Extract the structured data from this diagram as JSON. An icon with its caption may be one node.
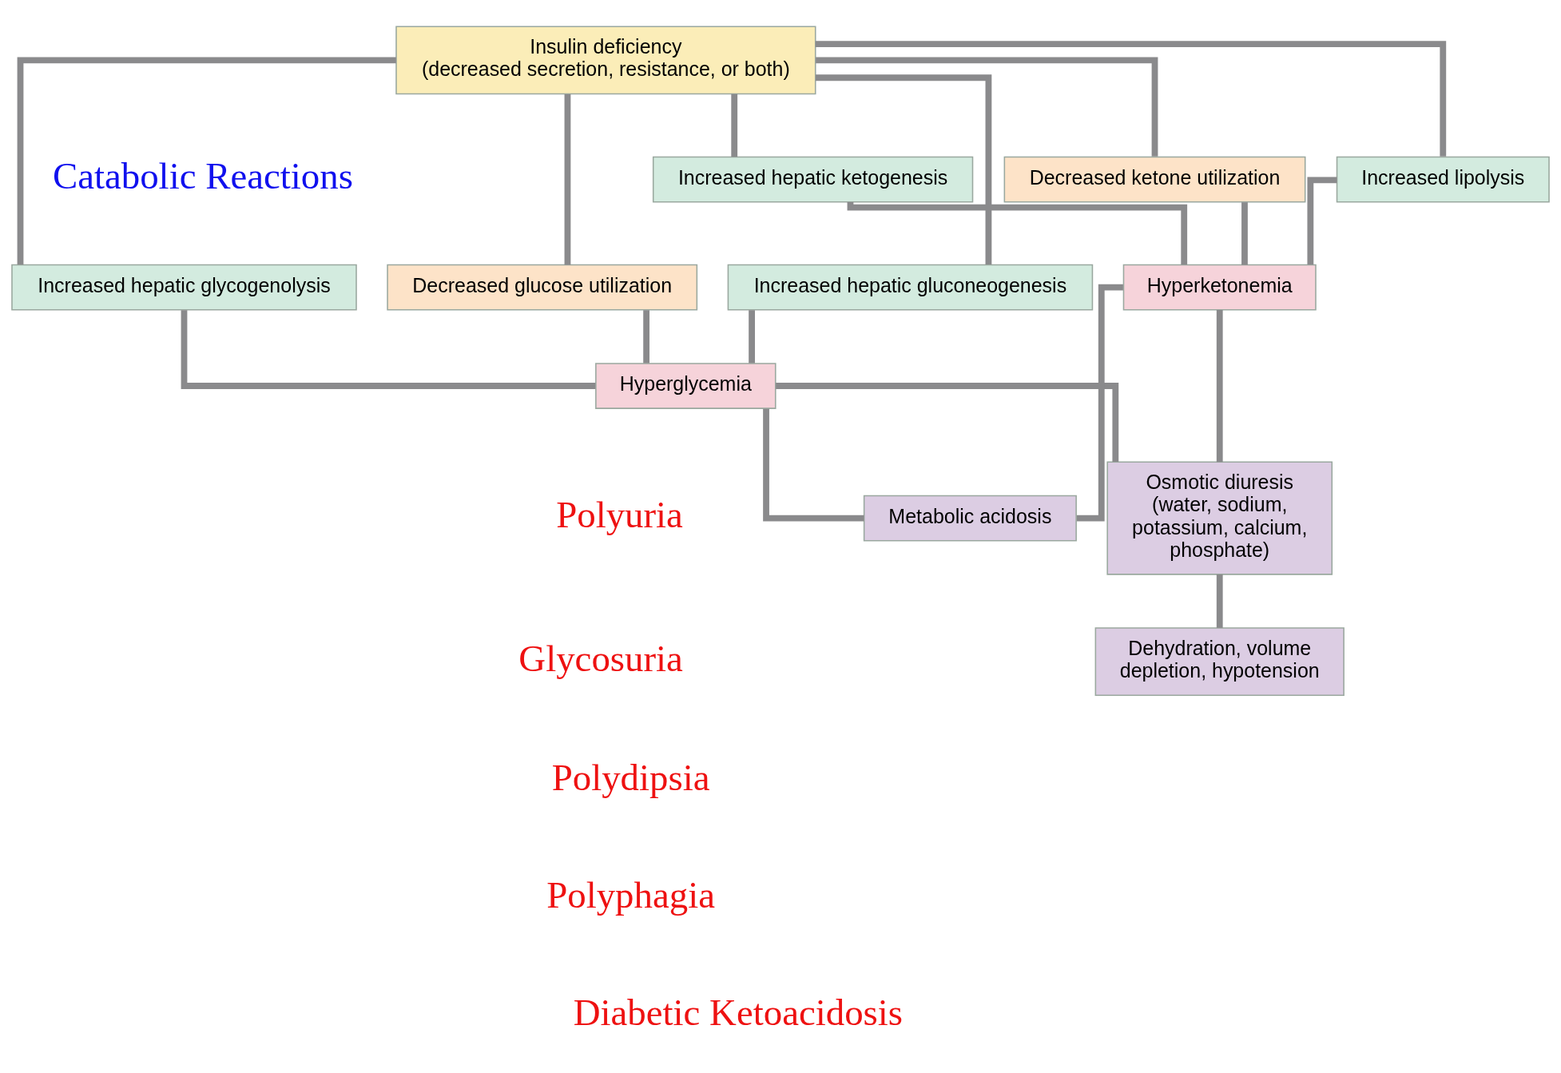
{
  "diagram": {
    "nodes": [
      {
        "text": [
          "Insulin deficiency",
          "(decreased secretion, resistance, or both)"
        ]
      },
      {
        "text": [
          "Increased hepatic glycogenolysis"
        ]
      },
      {
        "text": [
          "Decreased glucose utilization"
        ]
      },
      {
        "text": [
          "Increased hepatic gluconeogenesis"
        ]
      },
      {
        "text": [
          "Increased hepatic ketogenesis"
        ]
      },
      {
        "text": [
          "Decreased ketone utilization"
        ]
      },
      {
        "text": [
          "Increased lipolysis"
        ]
      },
      {
        "text": [
          "Hyperglycemia"
        ]
      },
      {
        "text": [
          "Hyperketonemia"
        ]
      },
      {
        "text": [
          "Osmotic diuresis (water, sodium, potassium, calcium, phosphate)"
        ]
      },
      {
        "text": [
          "Dehydration, volume depletion, hypotension"
        ]
      },
      {
        "text": [
          "Metabolic acidosis"
        ]
      }
    ],
    "edges": [
      {
        "from": 0,
        "to": 1,
        "arrow": "none"
      },
      {
        "from": 0,
        "to": 2,
        "arrow": "none"
      },
      {
        "from": 0,
        "to": 3,
        "arrow": "none"
      },
      {
        "from": 0,
        "to": 4,
        "arrow": "none"
      },
      {
        "from": 0,
        "to": 5,
        "arrow": "none"
      },
      {
        "from": 0,
        "to": 6,
        "arrow": "none"
      },
      {
        "from": 1,
        "to": 7,
        "arrow": "none"
      },
      {
        "from": 2,
        "to": 7,
        "arrow": "none"
      },
      {
        "from": 3,
        "to": 7,
        "arrow": "none"
      },
      {
        "from": 4,
        "to": 8,
        "arrow": "none"
      },
      {
        "from": 5,
        "to": 8,
        "arrow": "none"
      },
      {
        "from": 6,
        "to": 8,
        "arrow": "none"
      },
      {
        "from": 7,
        "to": 9,
        "arrow": "none"
      },
      {
        "from": 7,
        "to": 11,
        "arrow": "none"
      },
      {
        "from": 8,
        "to": 9,
        "arrow": "none"
      },
      {
        "from": 8,
        "to": 11,
        "arrow": "none"
      },
      {
        "from": 9,
        "to": 10,
        "arrow": "none"
      }
    ],
    "labels": [
      "Catabolic Reactions",
      "Polyuria",
      "Glycosuria",
      "Polydipsia",
      "Polyphagia",
      "Diabetic Ketoacidosis"
    ]
  }
}
